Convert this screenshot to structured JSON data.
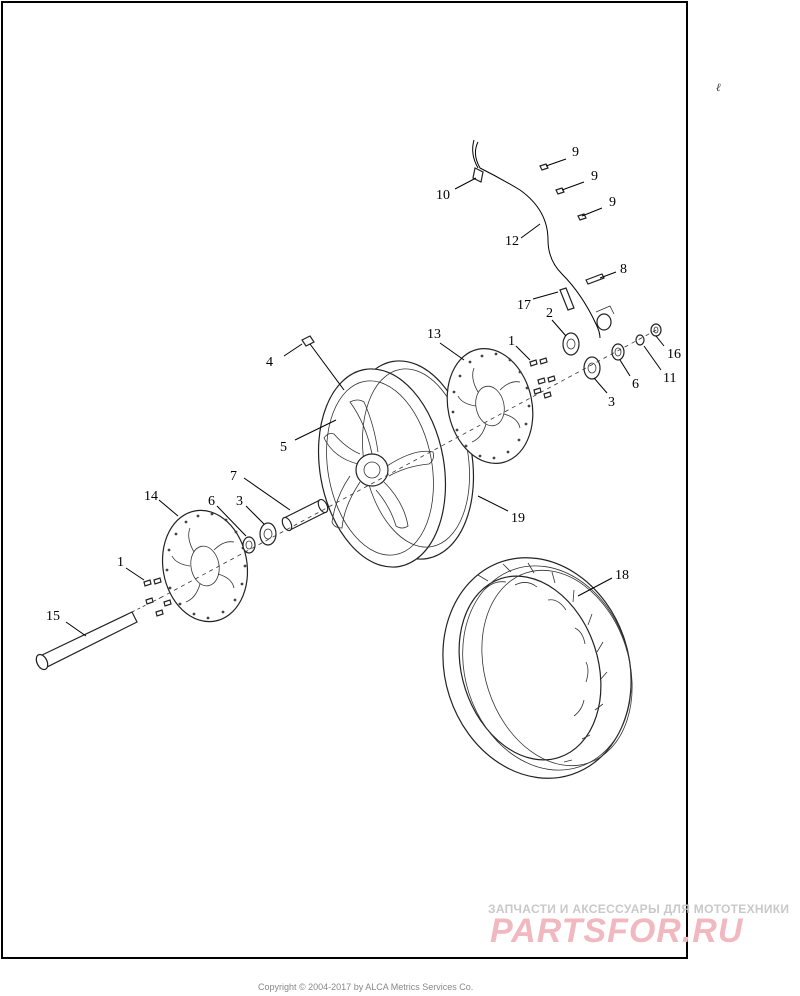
{
  "diagram": {
    "callouts": [
      "1",
      "2",
      "3",
      "4",
      "5",
      "6",
      "7",
      "8",
      "9",
      "9",
      "9",
      "10",
      "11",
      "12",
      "13",
      "14",
      "15",
      "16",
      "17",
      "18",
      "19",
      "1",
      "3",
      "6"
    ]
  },
  "watermark": {
    "tagline": "ЗАПЧАСТИ И АКСЕССУАРЫ ДЛЯ МОТОТЕХНИКИ",
    "logo": "PARTSFOR.RU"
  },
  "footer": {
    "text": "Copyright © 2004-2017 by ALCA Metrics Services Co."
  },
  "corner_mark": "ℓ"
}
